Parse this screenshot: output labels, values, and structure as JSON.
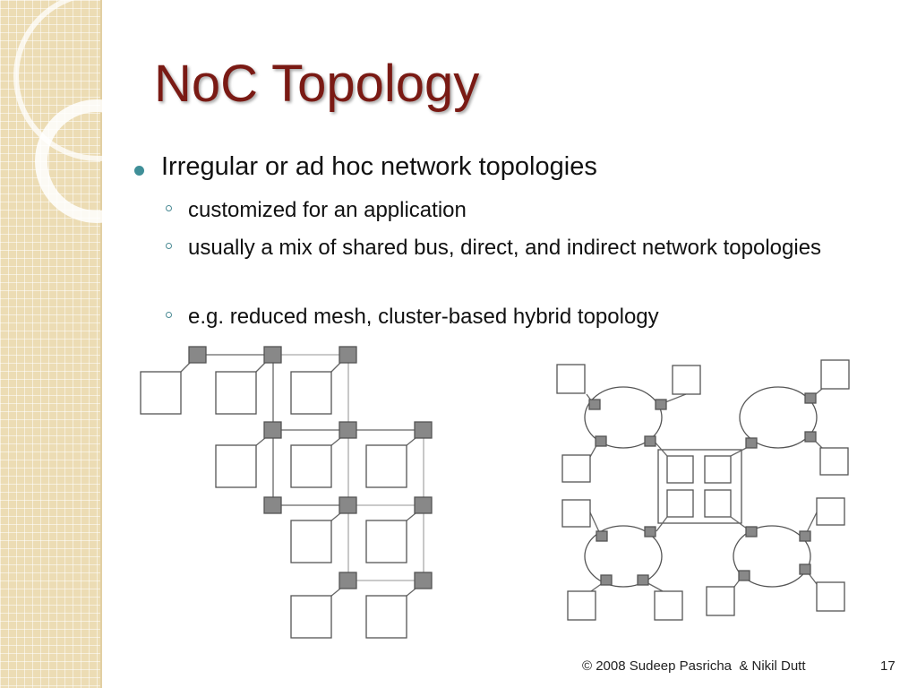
{
  "slide": {
    "title": "NoC Topology",
    "bullet": "Irregular or ad hoc network topologies",
    "subbullets": [
      "customized for an application",
      "usually a mix of shared bus, direct, and indirect network topologies",
      "e.g.  reduced mesh, cluster-based hybrid topology"
    ],
    "footer": "© 2008 Sudeep Pasricha  & Nikil Dutt",
    "page_number": "17"
  },
  "colors": {
    "title": "#7a1a14",
    "bullet": "#3f8f98",
    "sidebar": "#ecdcb4",
    "router_fill": "#888888"
  }
}
